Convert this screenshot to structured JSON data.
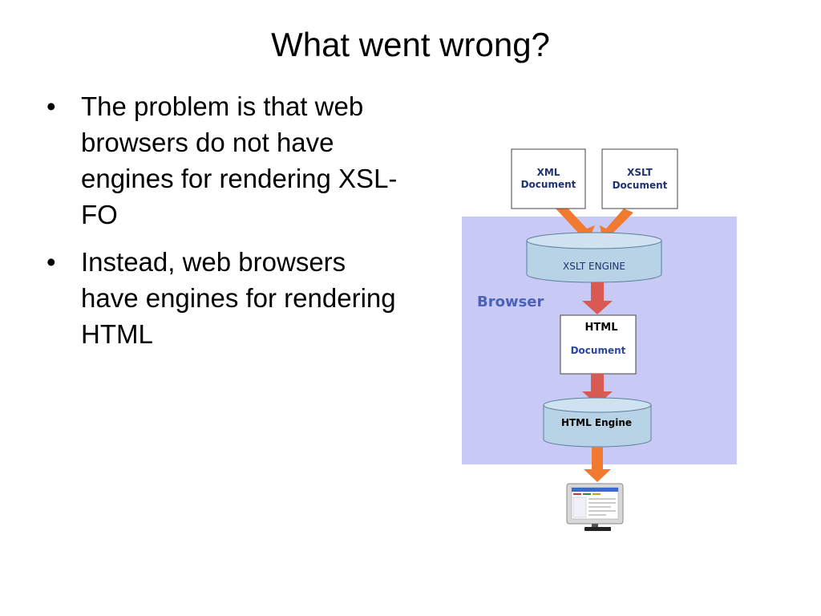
{
  "slide": {
    "title": "What went wrong?",
    "bullets": [
      "The problem is that web browsers do not have engines for rendering XSL-FO",
      "Instead, web browsers have engines for rendering HTML"
    ]
  },
  "diagram": {
    "browser_label": "Browser",
    "xml_document": {
      "line1": "XML",
      "line2": "Document"
    },
    "xslt_document": {
      "line1": "XSLT",
      "line2": "Document"
    },
    "xslt_engine": "XSLT ENGINE",
    "html_document": {
      "line1": "HTML",
      "line2": "Document"
    },
    "html_engine": "HTML Engine",
    "colors": {
      "browser_bg": "#c9c9f5",
      "cylinder_fill": "#b8d3e6",
      "arrow_orange": "#f07a30",
      "arrow_red": "#d95a52",
      "label_blue": "#4a63b8",
      "box_text_navy": "#1f3370"
    }
  }
}
